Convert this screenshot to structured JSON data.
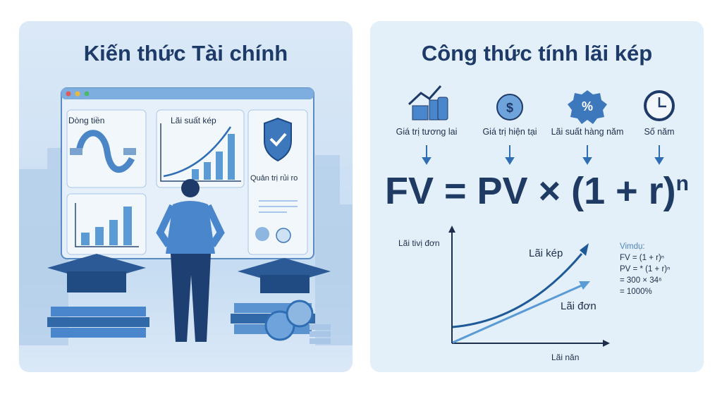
{
  "left": {
    "title": "Kiến thức Tài chính",
    "panels": {
      "cashflow": "Dòng tiền",
      "compound": "Lãi suất kép",
      "risk": "Quản trị rủi ro"
    }
  },
  "right": {
    "title": "Công thức tính lãi kép",
    "variables": [
      {
        "icon": "growth-coins-icon",
        "label": "Giá trị tương lai"
      },
      {
        "icon": "dollar-coin-icon",
        "label": "Giá trị hiện tại"
      },
      {
        "icon": "percent-badge-icon",
        "label": "Lãi suất hàng năm"
      },
      {
        "icon": "clock-icon",
        "label": "Số năm"
      }
    ],
    "formula": {
      "main": "FV = PV × (1 + r)",
      "exp": "n"
    },
    "graph": {
      "y_label": "Lãi tivị đơn",
      "x_label": "Lãi năn",
      "compound_label": "Lãi kép",
      "simple_label": "Lãi đơn"
    },
    "example": {
      "heading": "Vimdụ:",
      "lines": [
        "FV =  (1 + r)ⁿ",
        "PV = * (1 + r)ⁿ",
        "= 300 × 34⁶",
        "= 1000%"
      ]
    }
  },
  "colors": {
    "navy": "#1d3a68",
    "blue": "#2f6eb5",
    "light_blue": "#5a9bd5"
  }
}
